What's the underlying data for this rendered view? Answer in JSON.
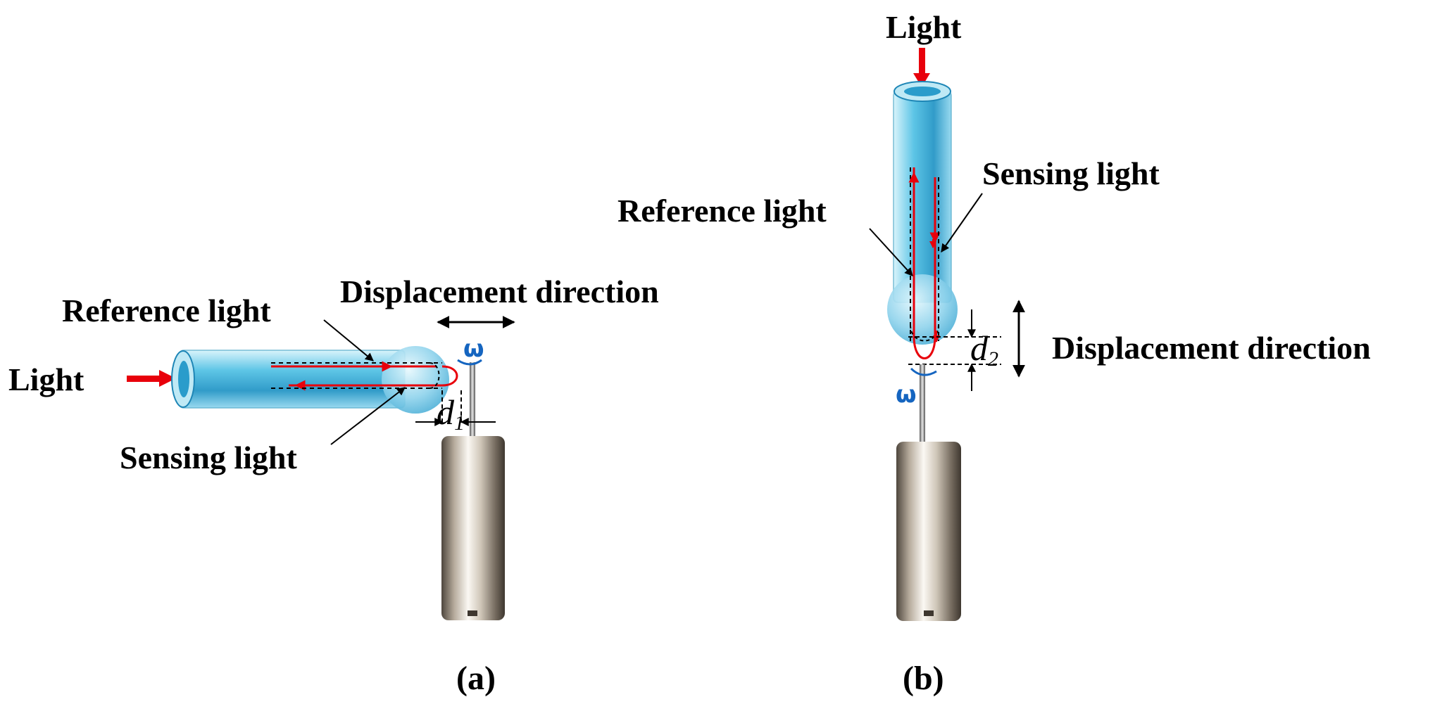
{
  "colors": {
    "fiber_light": "#bfe9f5",
    "fiber_mid": "#3fb3dc",
    "fiber_dark": "#137fae",
    "light_path": "#e8000b",
    "omega": "#1565c0",
    "motor_light": "#f4f0ea",
    "motor_dark": "#6e6458"
  },
  "panel_a": {
    "light_label": "Light",
    "reference_label": "Reference light",
    "sensing_label": "Sensing light",
    "displacement_label": "Displacement direction",
    "omega_symbol": "ω",
    "distance_var": "d",
    "distance_sub": "1",
    "caption": "(a)"
  },
  "panel_b": {
    "light_label": "Light",
    "reference_label": "Reference light",
    "sensing_label": "Sensing light",
    "displacement_label": "Displacement direction",
    "omega_symbol": "ω",
    "distance_var": "d",
    "distance_sub": "2",
    "caption": "(b)"
  }
}
